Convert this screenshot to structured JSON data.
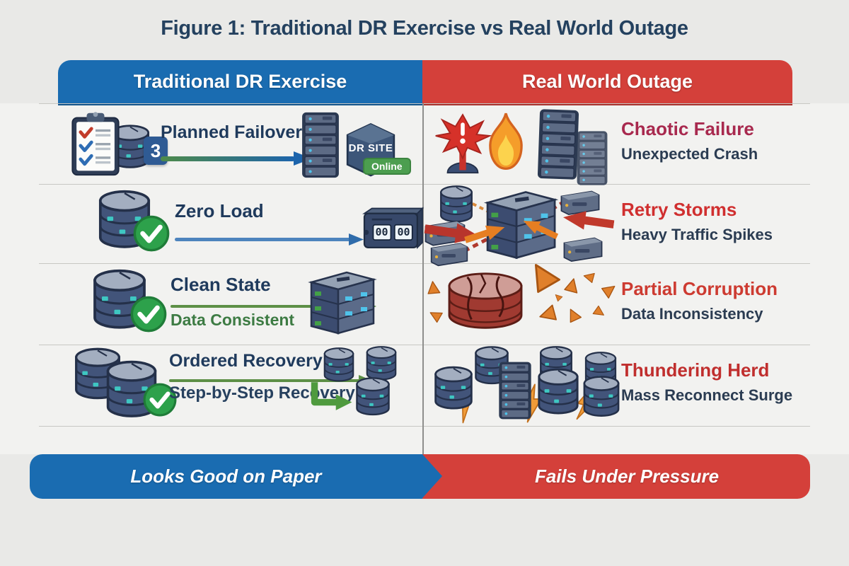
{
  "figure": {
    "title": "Figure 1: Traditional DR Exercise vs Real World Outage"
  },
  "columns": {
    "left": {
      "header": "Traditional DR Exercise",
      "footer": "Looks Good on Paper",
      "accent": "#1a6cb1"
    },
    "right": {
      "header": "Real World Outage",
      "footer": "Fails Under Pressure",
      "accent": "#d4403a"
    }
  },
  "colors": {
    "title_navy": "#24415f",
    "label_navy": "#1f3a5c",
    "subtitle_navy": "#2b3c52",
    "green_text": "#3d7b43",
    "check_green": "#2da14b",
    "online_green": "#4c9e4f",
    "row1_title": "#a8294e",
    "row2_title": "#d02f2f",
    "row3_title": "#cd3b31",
    "row4_title": "#c02f2e"
  },
  "rows": [
    {
      "left": {
        "label": "Planned Failover",
        "checklist_count": "3",
        "dr_site": "DR SITE",
        "dr_site_status": "Online",
        "icons": [
          "checklist-icon",
          "database-icon",
          "arrow-right-icon",
          "server-rack-icon",
          "dr-site-icon"
        ]
      },
      "right": {
        "title": "Chaotic Failure",
        "subtitle": "Unexpected Crash",
        "title_color": "#a8294e",
        "icons": [
          "alert-icon",
          "fire-icon",
          "server-rack-icon"
        ]
      }
    },
    {
      "left": {
        "label": "Zero Load",
        "counter_left": "00",
        "counter_right": "00",
        "icons": [
          "database-icon",
          "checkmark-icon",
          "arrow-right-icon",
          "load-counter-icon"
        ]
      },
      "right": {
        "title": "Retry Storms",
        "subtitle": "Heavy Traffic Spikes",
        "title_color": "#d02f2f",
        "icons": [
          "server-cluster-icon",
          "inward-arrows-icon"
        ]
      }
    },
    {
      "left": {
        "label": "Clean State",
        "sublabel": "Data Consistent",
        "icons": [
          "database-icon",
          "checkmark-icon",
          "arrow-right-icon",
          "server-stack-icon"
        ]
      },
      "right": {
        "title": "Partial Corruption",
        "subtitle": "Data Inconsistency",
        "title_color": "#cd3b31",
        "icons": [
          "cracked-database-icon",
          "shards-icon"
        ]
      }
    },
    {
      "left": {
        "label": "Ordered Recovery",
        "sublabel": "Step-by-Step Recovery",
        "icons": [
          "database-icon",
          "checkmark-icon",
          "step-path-icon",
          "database-cluster-icon"
        ]
      },
      "right": {
        "title": "Thundering Herd",
        "subtitle": "Mass Reconnect Surge",
        "title_color": "#c02f2e",
        "icons": [
          "database-cluster-icon",
          "lightning-icon"
        ]
      }
    }
  ]
}
